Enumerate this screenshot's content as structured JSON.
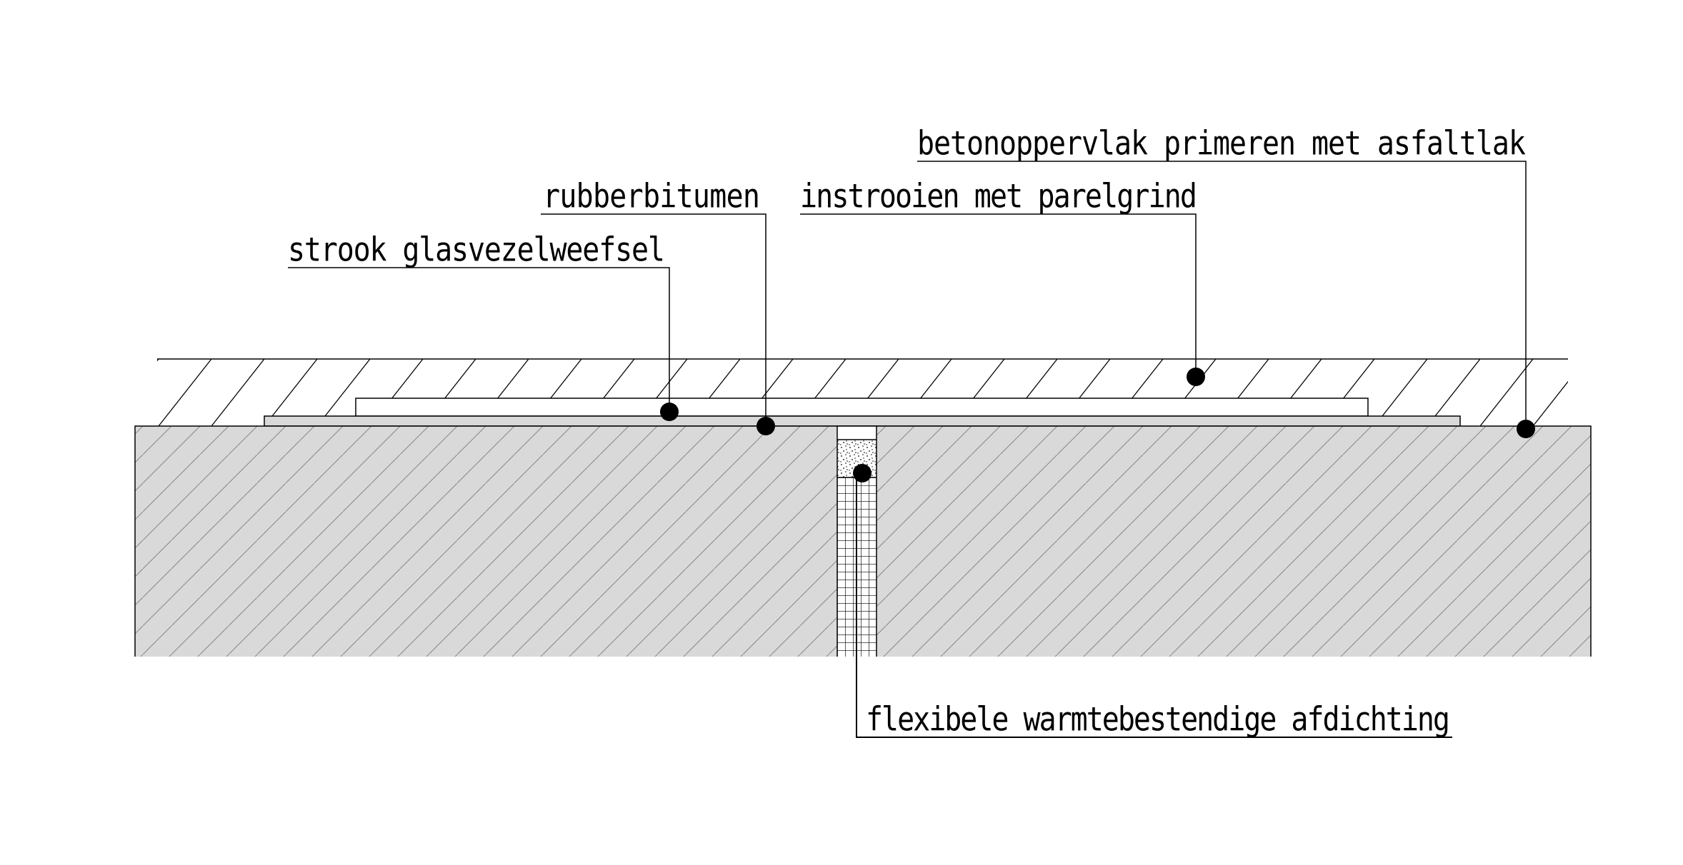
{
  "diagram": {
    "labels": {
      "primer": "betonoppervlak primeren met asfaltlak",
      "gravel": "instrooien met parelgrind",
      "rubber": "rubberbitumen",
      "fiberglass": "strook glasvezelweefsel",
      "sealant": "flexibele warmtebestendige afdichting"
    },
    "colors": {
      "concrete": "#d9d9d9",
      "line": "#000000",
      "background": "#ffffff"
    }
  }
}
